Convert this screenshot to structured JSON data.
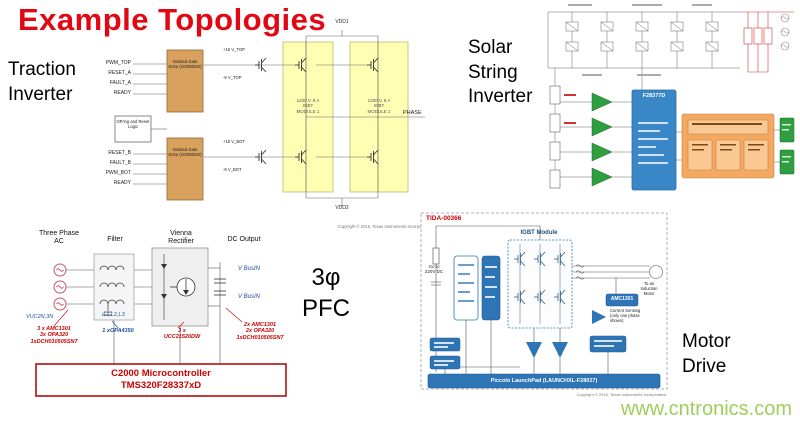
{
  "page": {
    "title": "Example Topologies",
    "watermark": "www.cntronics.com",
    "accent_red": "#e30613",
    "watermark_green": "#8dc63f"
  },
  "traction": {
    "label": "Traction\nInverter",
    "vdd1": "VDD1",
    "vdd2": "VDD2",
    "phase": "PHASE",
    "gate_drive_top": "Isolated Gate Drive (ISO5852S)",
    "gate_drive_bot": "Isolated Gate Drive (ISO5852S)",
    "logic": "OR'ing and Reset Logic",
    "pins_top": [
      "PWM_TOP",
      "RESET_A",
      "FAULT_A",
      "READY"
    ],
    "pins_bot": [
      "RESET_B",
      "FAULT_B",
      "PWM_BOT",
      "READY"
    ],
    "rails": [
      "+15 V_TOP",
      "-8 V_TOP",
      "+15 V_BOT",
      "-8 V_BOT"
    ],
    "module1": "1200 V, 8 A\nIGBT\nMODULE 1",
    "module2": "1200 V, 8 A\nIGBT\nMODULE 2",
    "copyright": "Copyright © 2016, Texas Instruments Incorporated"
  },
  "solar": {
    "label": "Solar\nString\nInverter",
    "mcu": "F28377D"
  },
  "pfc": {
    "label": "3φ\nPFC",
    "header_ac": "Three Phase\nAC",
    "header_filter": "Filter",
    "header_rectifier": "Vienna\nRectifier",
    "header_dc": "DC Output",
    "v_in": "VUC2N,3N",
    "i_l": "iL1,L2,L3",
    "ann_left": "3 x AMC1301\n3x OPA320\n1xDCH010505SN7",
    "ann_opamp": "1 xOPA4350",
    "ann_gate": "3 x\nUCC21520DW",
    "ann_right": "2x AMC1301\n2x OPA320\n1xDCH010505SN7",
    "v_bus_top": "V BusIN",
    "v_bus_bot": "V BusIN",
    "mcu_line1": "C2000 Microcontroller",
    "mcu_line2": "TMS320F28337xD"
  },
  "motor": {
    "label": "Motor\nDrive",
    "tida": "TIDA-00366",
    "igbt_module": "IGBT Module",
    "amc": "AMC1301",
    "current_sense": "Current Sensing\n(only one phase\nshown)",
    "to_motor": "To an\nInduction\nMotor",
    "vin": "Go to\n220V DC",
    "launchpad": "Piccolo LaunchPad (LAUNCHXL-F28027)",
    "copyright": "Copyright © 2016, Texas Instruments Incorporated"
  }
}
